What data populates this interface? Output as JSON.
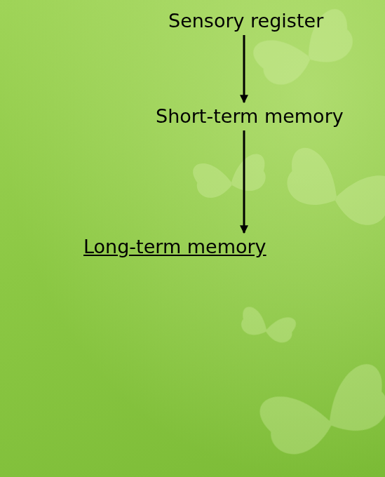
{
  "diagram": {
    "nodes": [
      {
        "text": [
          "Sensory register"
        ]
      },
      {
        "text": [
          "Short-term memory"
        ]
      },
      {
        "text": [
          "Long-term memory"
        ]
      }
    ],
    "edges": [
      {
        "from": 0,
        "to": 1,
        "arrow": "to"
      },
      {
        "from": 1,
        "to": 2,
        "arrow": "to"
      }
    ]
  }
}
